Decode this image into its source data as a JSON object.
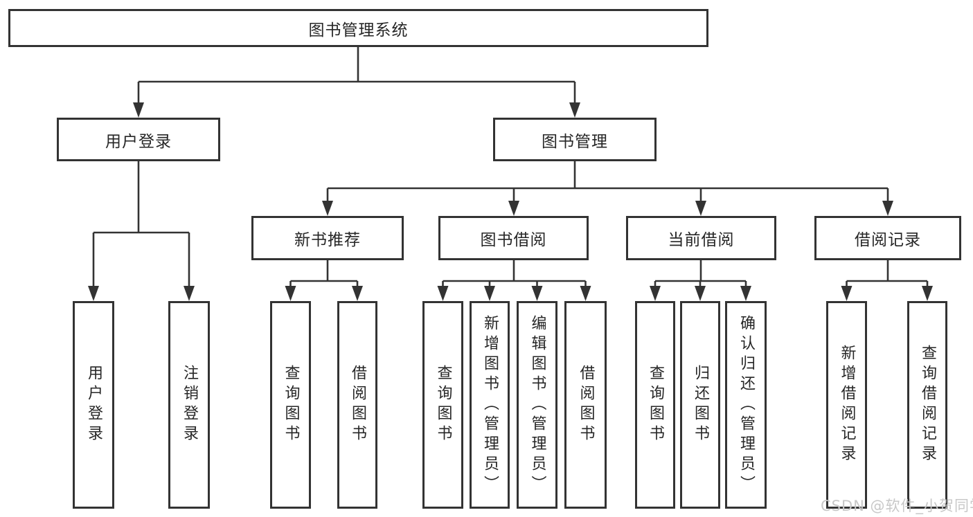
{
  "diagram": {
    "root": {
      "label": "图书管理系统"
    },
    "nodes": {
      "user_login": {
        "label": "用户登录"
      },
      "book_mgmt": {
        "label": "图书管理"
      },
      "new_book": {
        "label": "新书推荐"
      },
      "book_borrow": {
        "label": "图书借阅"
      },
      "current_borrow": {
        "label": "当前借阅"
      },
      "borrow_record": {
        "label": "借阅记录"
      }
    },
    "leaves": {
      "user_login": [
        "用户登录",
        "注销登录"
      ],
      "new_book": [
        "查询图书",
        "借阅图书"
      ],
      "book_borrow": [
        "查询图书",
        "新增图书（管理员）",
        "编辑图书（管理员）",
        "借阅图书"
      ],
      "current_borrow": [
        "查询图书",
        "归还图书",
        "确认归还（管理员）"
      ],
      "borrow_record": [
        "新增借阅记录",
        "查询借阅记录"
      ]
    }
  },
  "watermark": {
    "text": "CSDN @软件_小贺同学"
  },
  "colors": {
    "line": "#333333",
    "text": "#262626",
    "watermark": "#c8c8c8",
    "background": "#ffffff"
  }
}
